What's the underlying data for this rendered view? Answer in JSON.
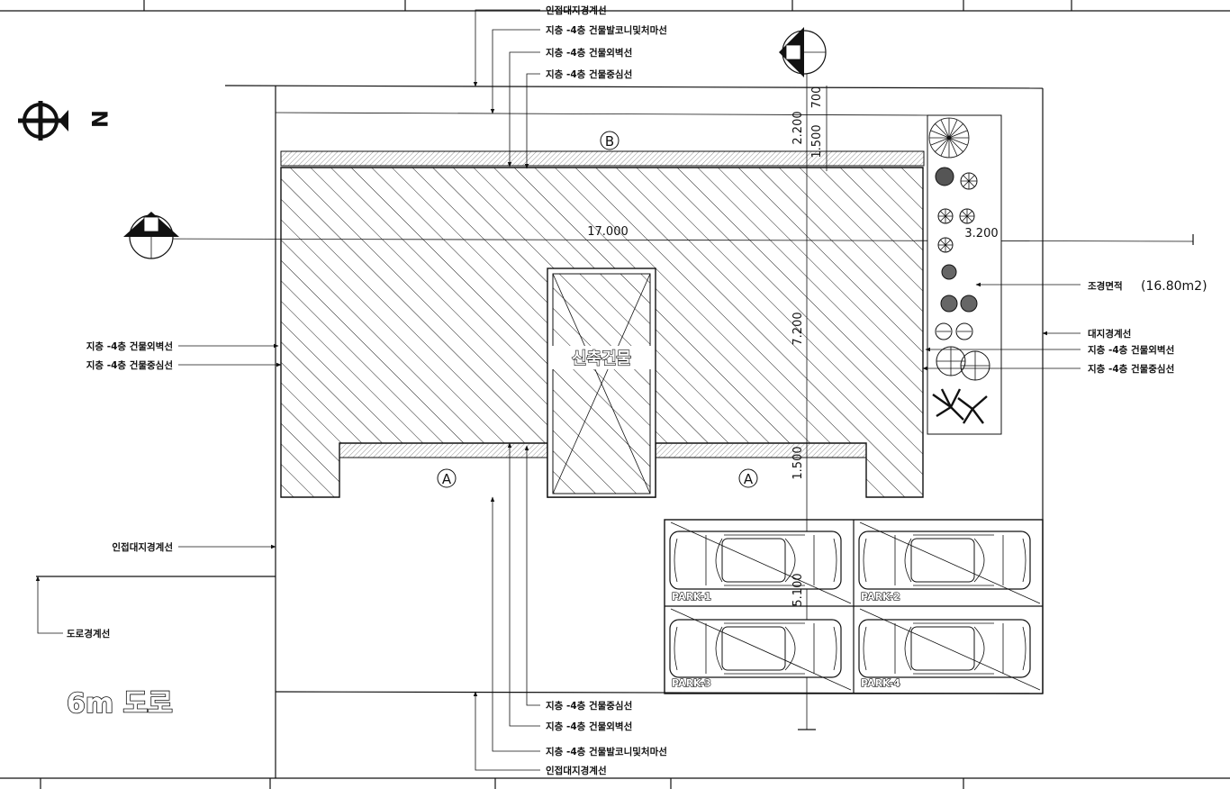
{
  "labels": {
    "top_adjacent_boundary": "인접대지경계선",
    "top_balcony_line": "지층 -4층 건물발코니및처마선",
    "top_outer_wall": "지층 -4층 건물외벽선",
    "top_center_line": "지층 -4층 건물중심선",
    "left_outer_wall": "지층 -4층 건물외벽선",
    "left_center_line": "지층 -4층 건물중심선",
    "left_adjacent_boundary": "인접대지경계선",
    "road_boundary": "도로경계선",
    "landscape_area": "조경면적",
    "landscape_value": "(16.80m2)",
    "site_boundary": "대지경계선",
    "right_outer_wall": "지층 -4층 건물외벽선",
    "right_center_line": "지층 -4층 건물중심선",
    "bottom_center_line": "지층 -4층 건물중심선",
    "bottom_outer_wall": "지층 -4층 건물외벽선",
    "bottom_balcony_line": "지층 -4층 건물발코니및처마선",
    "bottom_adjacent_boundary": "인접대지경계선",
    "building_name": "신축건물",
    "road": "6m  도로"
  },
  "dimensions": {
    "width": "17.000",
    "right_depth": "3.200",
    "top_2200": "2.200",
    "top_1500": "1.500",
    "top_700": "700",
    "mid_7200": "7.200",
    "low_1500": "1.500",
    "parking_5100": "5.100"
  },
  "markers": {
    "a": "A",
    "b": "B",
    "north": "N"
  },
  "parking": [
    "PARK-1",
    "PARK-2",
    "PARK-3",
    "PARK-4"
  ]
}
